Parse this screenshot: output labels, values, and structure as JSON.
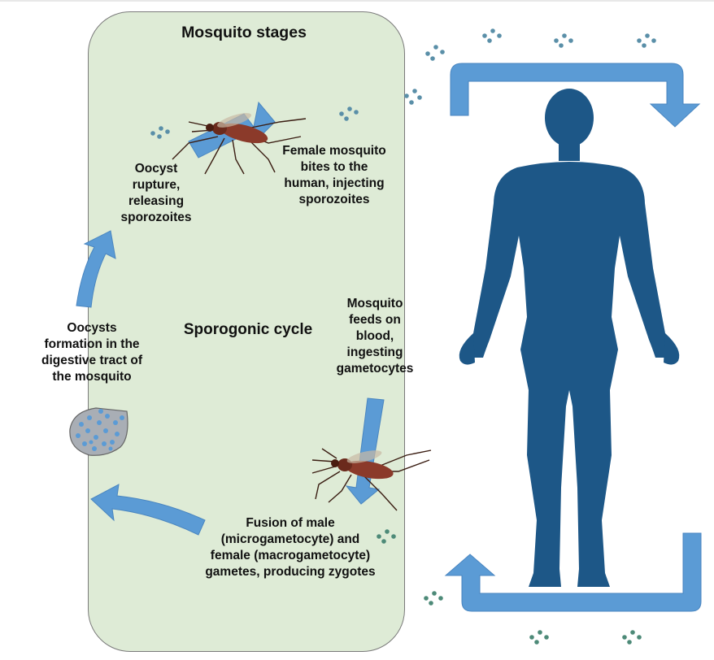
{
  "diagram": {
    "panel_title": "Mosquito stages",
    "cycle_name": "Sporogonic cycle",
    "steps": [
      "Female mosquito\nbites to the\nhuman, injecting\nsporozoites",
      "Mosquito\nfeeds on\nblood,\ningesting\ngametocytes",
      "Fusion of male\n(microgametocyte) and\nfemale (macrogametocyte)\ngametes, producing zygotes",
      "Oocysts\nformation in the\ndigestive tract of\nthe mosquito",
      "Oocyst\nrupture,\nreleasing\nsporozoites"
    ]
  },
  "colors": {
    "panel_fill": "#deebd6",
    "arrow": "#5b9bd5",
    "human": "#1d5787",
    "mosquito_body": "#8b3a2a",
    "oocyst": "#a9aeb5",
    "dots": "#5a8fa8"
  }
}
